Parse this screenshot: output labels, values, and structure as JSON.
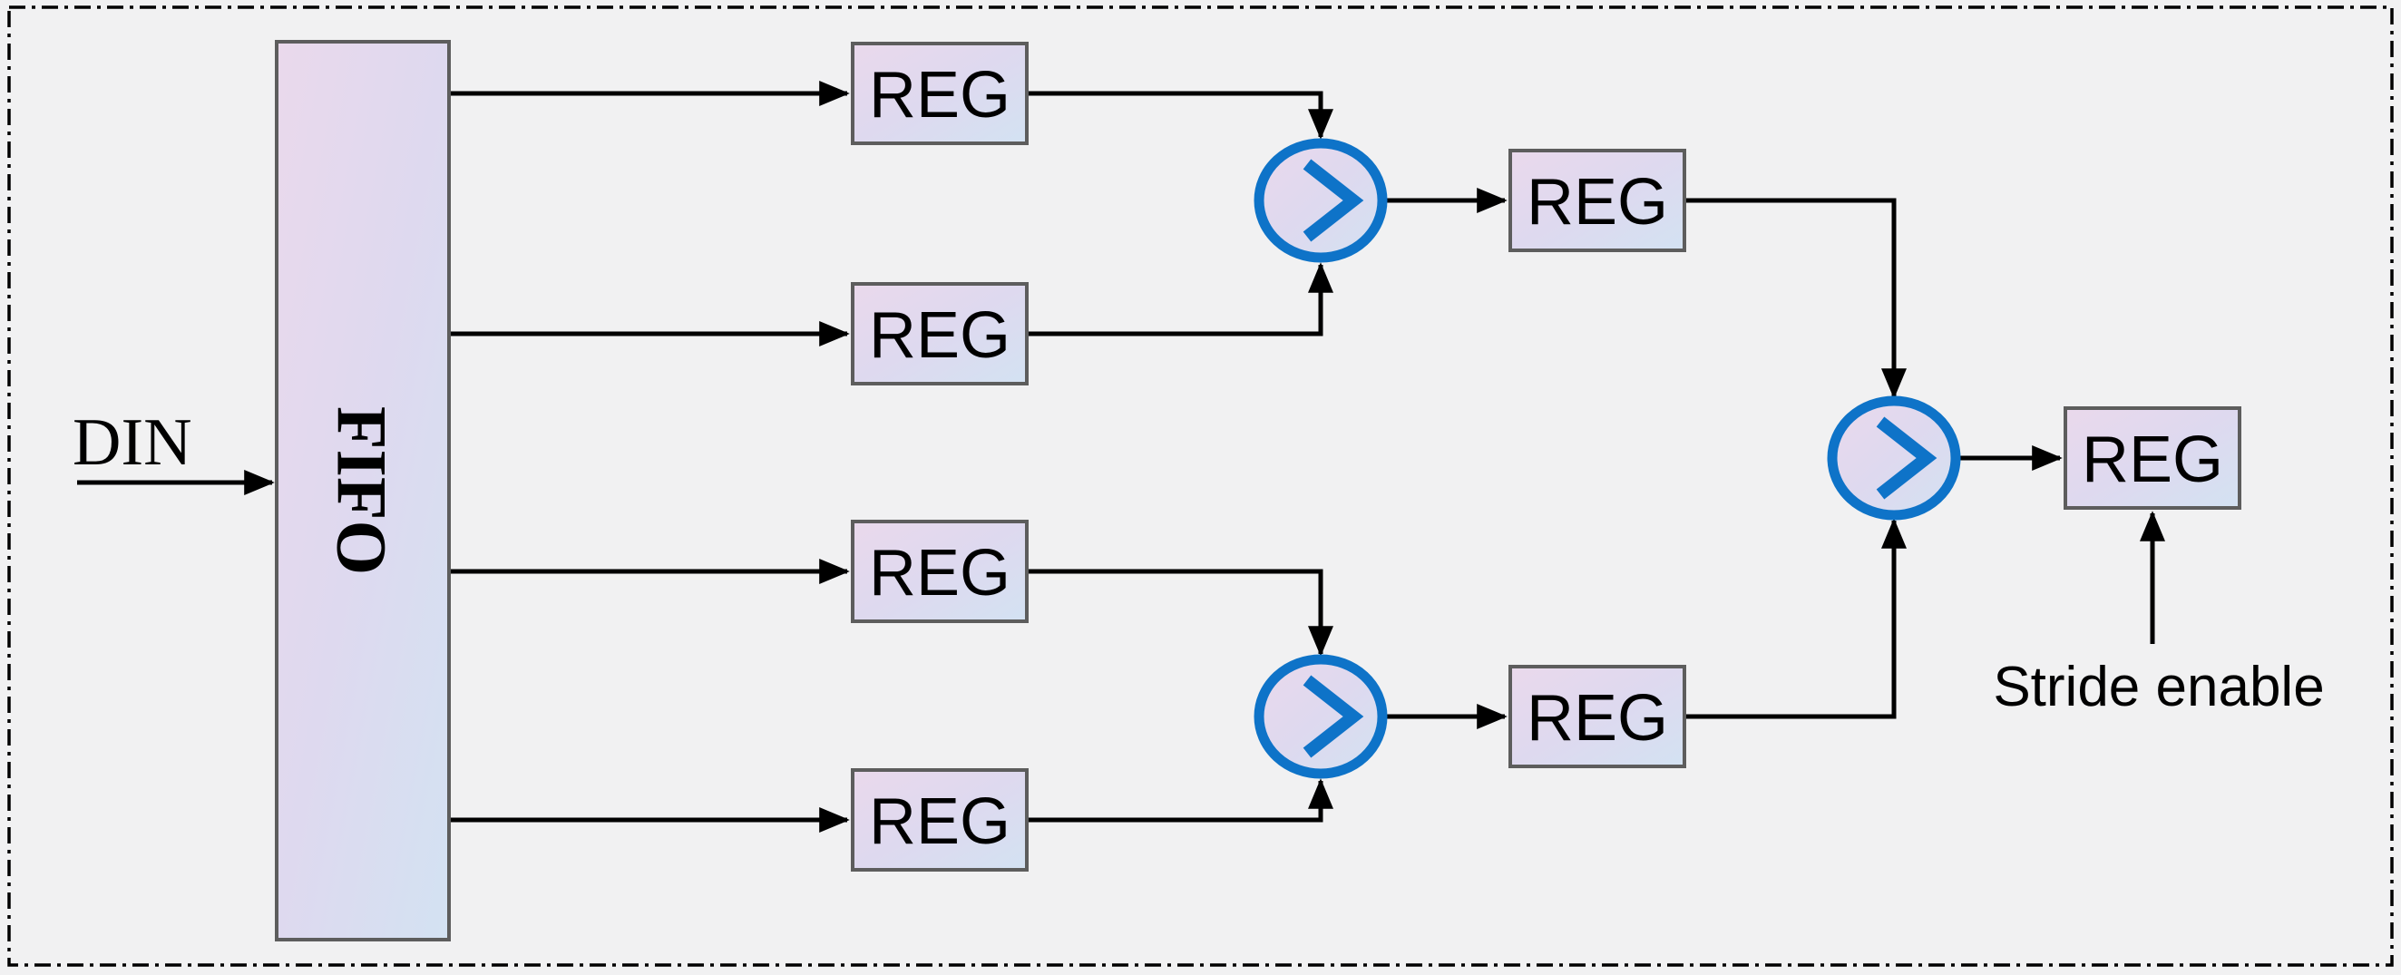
{
  "diagram": {
    "description": "Stride datapath block diagram: FIFO feeding four registers, pairwise comparators, pipeline registers and a stride-enable output register",
    "colors": {
      "canvas_background": "#f1f1f2",
      "block_fill_gradient_start": "#ead9ec",
      "block_fill_gradient_end": "#d3e2f2",
      "block_border": "#5d5d5d",
      "comparator_blue": "#0e73c8",
      "wire": "#000000",
      "text": "#000000",
      "frame_border": "#000000"
    },
    "labels": {
      "din": "DIN",
      "stride_enable": "Stride enable"
    },
    "blocks": {
      "fifo": {
        "id": "fifo",
        "label": "FIFO"
      },
      "registers": [
        {
          "id": "reg-1",
          "label": "REG"
        },
        {
          "id": "reg-2",
          "label": "REG"
        },
        {
          "id": "reg-3",
          "label": "REG"
        },
        {
          "id": "reg-4",
          "label": "REG"
        },
        {
          "id": "reg-5",
          "label": "REG"
        },
        {
          "id": "reg-6",
          "label": "REG"
        },
        {
          "id": "reg-7",
          "label": "REG"
        }
      ],
      "comparators": [
        {
          "id": "cmp-1",
          "icon": "greater-than-icon"
        },
        {
          "id": "cmp-2",
          "icon": "greater-than-icon"
        },
        {
          "id": "cmp-3",
          "icon": "greater-than-icon"
        }
      ]
    },
    "connections": [
      {
        "from": "DIN",
        "to": "fifo"
      },
      {
        "from": "fifo",
        "to": "reg-1"
      },
      {
        "from": "fifo",
        "to": "reg-2"
      },
      {
        "from": "fifo",
        "to": "reg-3"
      },
      {
        "from": "fifo",
        "to": "reg-4"
      },
      {
        "from": "reg-1",
        "to": "cmp-1"
      },
      {
        "from": "reg-2",
        "to": "cmp-1"
      },
      {
        "from": "cmp-1",
        "to": "reg-5"
      },
      {
        "from": "reg-3",
        "to": "cmp-2"
      },
      {
        "from": "reg-4",
        "to": "cmp-2"
      },
      {
        "from": "cmp-2",
        "to": "reg-6"
      },
      {
        "from": "reg-5",
        "to": "cmp-3"
      },
      {
        "from": "reg-6",
        "to": "cmp-3"
      },
      {
        "from": "cmp-3",
        "to": "reg-7"
      },
      {
        "from": "Stride enable",
        "to": "reg-7"
      }
    ]
  }
}
